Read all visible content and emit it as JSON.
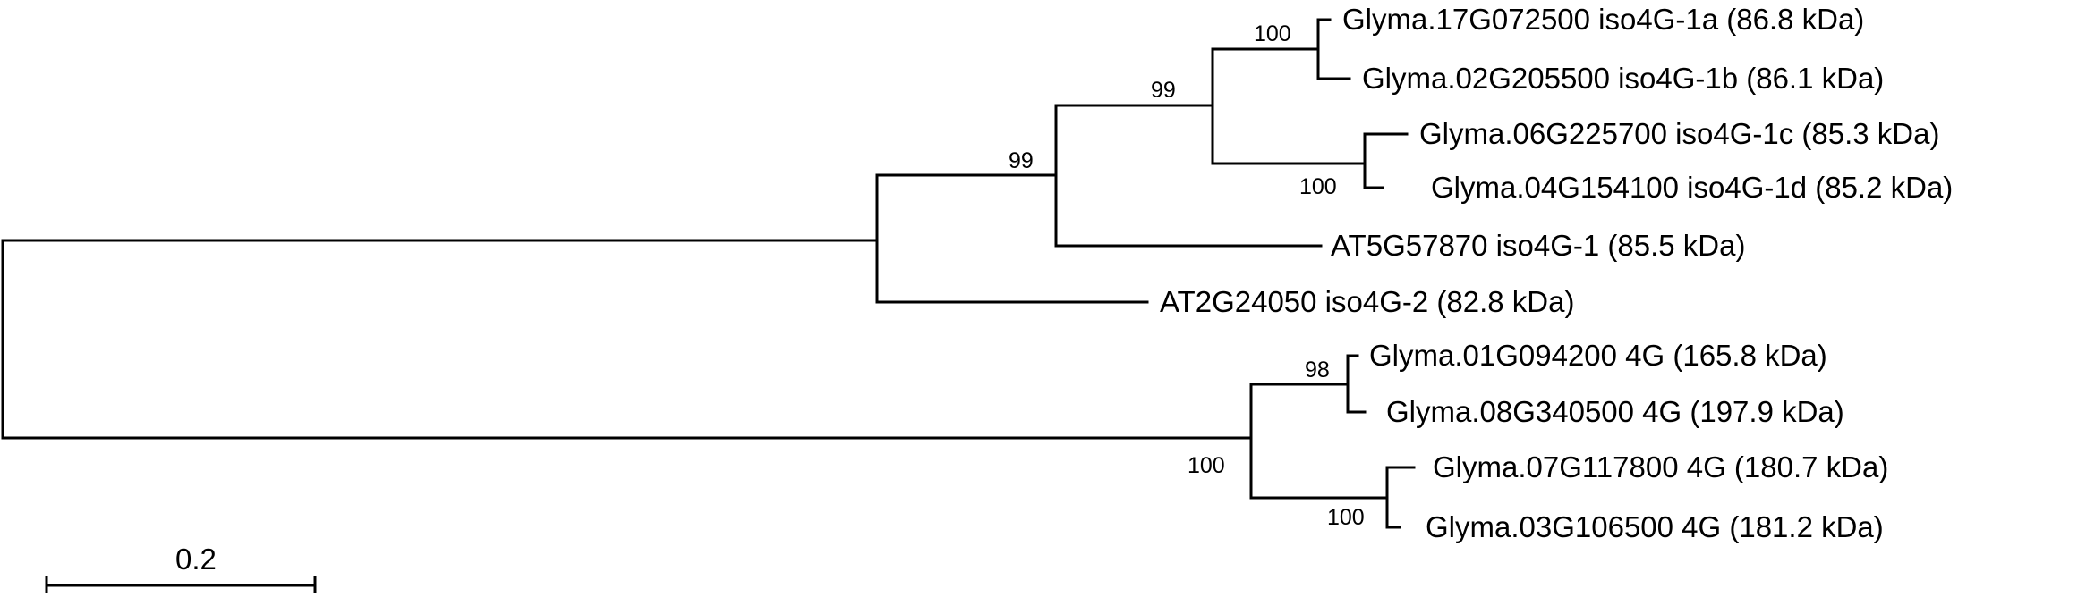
{
  "tree": {
    "leaves": [
      {
        "id": "leaf-1",
        "label": "Glyma.17G072500 iso4G-1a (86.8 kDa)"
      },
      {
        "id": "leaf-2",
        "label": "Glyma.02G205500 iso4G-1b (86.1 kDa)"
      },
      {
        "id": "leaf-3",
        "label": "Glyma.06G225700 iso4G-1c (85.3 kDa)"
      },
      {
        "id": "leaf-4",
        "label": "Glyma.04G154100 iso4G-1d (85.2 kDa)"
      },
      {
        "id": "leaf-5",
        "label": "AT5G57870 iso4G-1 (85.5 kDa)"
      },
      {
        "id": "leaf-6",
        "label": "AT2G24050 iso4G-2 (82.8 kDa)"
      },
      {
        "id": "leaf-7",
        "label": "Glyma.01G094200 4G (165.8 kDa)"
      },
      {
        "id": "leaf-8",
        "label": "Glyma.08G340500 4G (197.9 kDa)"
      },
      {
        "id": "leaf-9",
        "label": "Glyma.07G117800 4G (180.7 kDa)"
      },
      {
        "id": "leaf-10",
        "label": "Glyma.03G106500 4G (181.2 kDa)"
      }
    ],
    "bootstrap": {
      "iso4g_1ab": "100",
      "iso4g_1abcd": "99",
      "iso4g_1cd": "100",
      "iso4g_1_clade": "99",
      "eif4g_01_08": "98",
      "eif4g_clade": "100",
      "eif4g_07_03": "100"
    }
  },
  "scale_bar": {
    "label": "0.2"
  }
}
